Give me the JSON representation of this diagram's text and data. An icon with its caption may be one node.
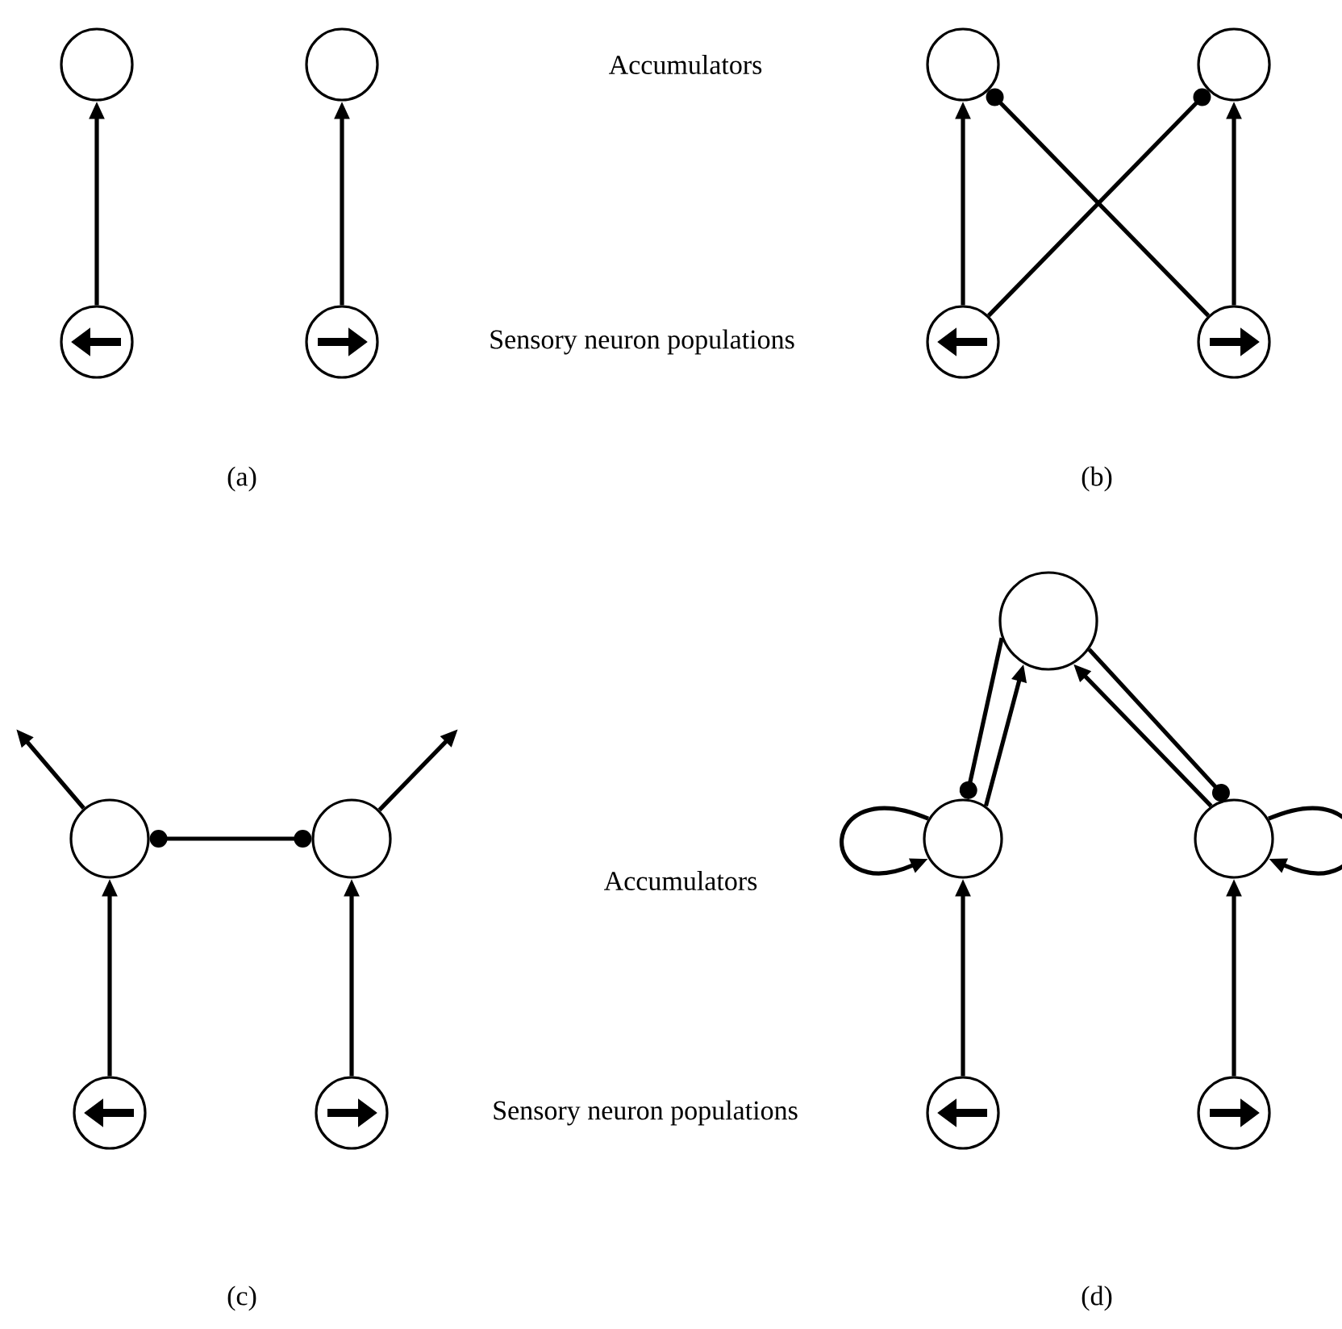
{
  "diagram": {
    "nodes": [
      {
        "text": [],
        "shape": "circle"
      },
      {
        "text": [],
        "shape": "circle"
      },
      {
        "text": [],
        "shape": "circle"
      },
      {
        "text": [],
        "shape": "circle"
      },
      {
        "text": [],
        "shape": "circle"
      },
      {
        "text": [],
        "shape": "circle"
      },
      {
        "text": [],
        "shape": "circle"
      },
      {
        "text": [],
        "shape": "circle"
      },
      {
        "text": [],
        "shape": "circle"
      },
      {
        "text": [],
        "shape": "circle"
      },
      {
        "text": [],
        "shape": "circle"
      },
      {
        "text": [],
        "shape": "circle"
      },
      {
        "text": [],
        "shape": "circle"
      },
      {
        "text": [],
        "shape": "circle"
      },
      {
        "text": [],
        "shape": "circle"
      },
      {
        "text": [],
        "shape": "circle"
      },
      {
        "text": [],
        "shape": "circle"
      }
    ],
    "edges": [
      {
        "from": 2,
        "to": 0,
        "arrow": "to"
      },
      {
        "from": 3,
        "to": 1,
        "arrow": "to"
      },
      {
        "from": 6,
        "to": 4,
        "arrow": "to"
      },
      {
        "from": 7,
        "to": 5,
        "arrow": "to"
      },
      {
        "from": 6,
        "to": 5,
        "arrow": "other"
      },
      {
        "from": 7,
        "to": 4,
        "arrow": "other"
      },
      {
        "from": 10,
        "to": 8,
        "arrow": "to"
      },
      {
        "from": 11,
        "to": 9,
        "arrow": "to"
      },
      {
        "from": 8,
        "to": 9,
        "arrow": "other"
      },
      {
        "from": 8,
        "to": null,
        "arrow": "to"
      },
      {
        "from": 9,
        "to": null,
        "arrow": "to"
      },
      {
        "from": 15,
        "to": 13,
        "arrow": "to"
      },
      {
        "from": 16,
        "to": 14,
        "arrow": "to"
      },
      {
        "from": 13,
        "to": 12,
        "arrow": "to"
      },
      {
        "from": 12,
        "to": 13,
        "arrow": "other"
      },
      {
        "from": 14,
        "to": 12,
        "arrow": "to"
      },
      {
        "from": 12,
        "to": 14,
        "arrow": "other"
      },
      {
        "from": 13,
        "to": 13,
        "arrow": "to"
      },
      {
        "from": 14,
        "to": 14,
        "arrow": "to"
      }
    ],
    "labels": [
      "Accumulators",
      "Sensory neuron populations",
      "(a)",
      "(b)",
      "Accumulators",
      "Sensory neuron populations",
      "(c)",
      "(d)"
    ]
  }
}
